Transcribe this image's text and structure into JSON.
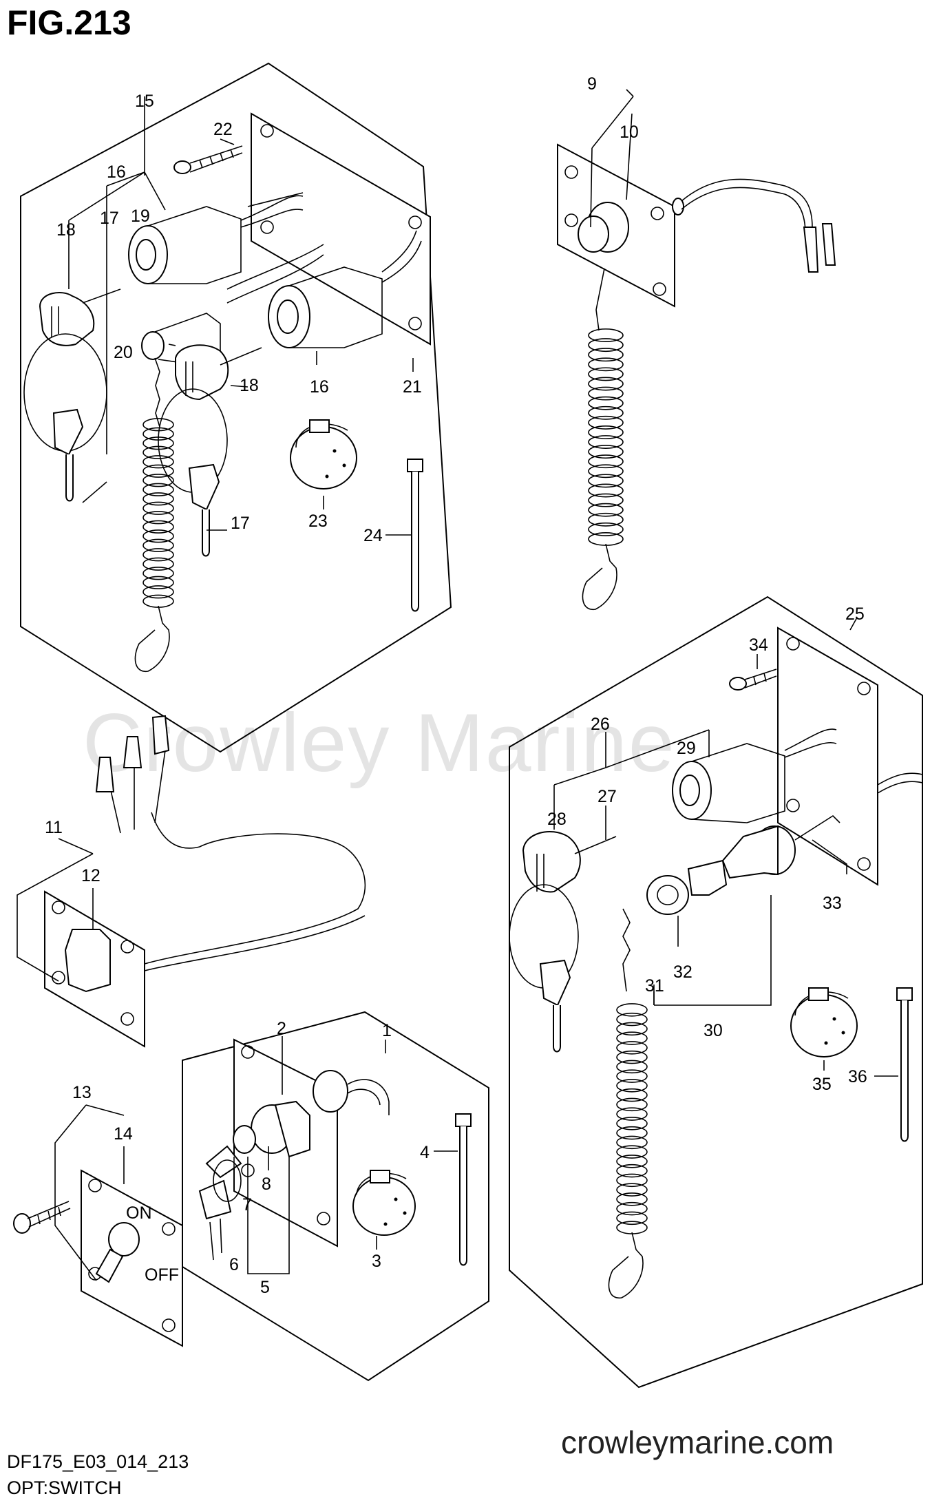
{
  "figure_title": "FIG.213",
  "model_code": "DF175_E03_014_213",
  "caption": "OPT:SWITCH",
  "website": "crowleymarine.com",
  "watermark": "Crowley Marine",
  "switch_marks": {
    "on": "ON",
    "off": "OFF"
  },
  "callouts": [
    "1",
    "2",
    "3",
    "4",
    "5",
    "6",
    "7",
    "8",
    "9",
    "10",
    "11",
    "12",
    "13",
    "14",
    "15",
    "16",
    "17",
    "18",
    "19",
    "20",
    "21",
    "22",
    "23",
    "24",
    "25",
    "26",
    "27",
    "28",
    "29",
    "30",
    "31",
    "32",
    "33",
    "34",
    "35",
    "36"
  ]
}
